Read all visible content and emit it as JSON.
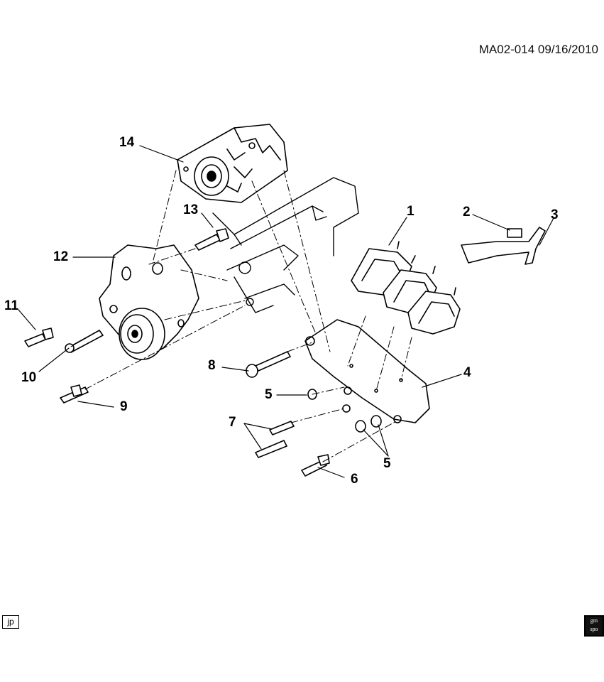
{
  "header": {
    "code": "MA02-014",
    "date": "09/16/2010"
  },
  "callouts": {
    "c1": "1",
    "c2": "2",
    "c3": "3",
    "c4": "4",
    "c5a": "5",
    "c5b": "5",
    "c6": "6",
    "c7": "7",
    "c8": "8",
    "c9": "9",
    "c10": "10",
    "c11": "11",
    "c12": "12",
    "c13": "13",
    "c14": "14"
  },
  "badges": {
    "corner_left": "jp",
    "corner_right_top": "gm",
    "corner_right_bottom": "spo"
  }
}
